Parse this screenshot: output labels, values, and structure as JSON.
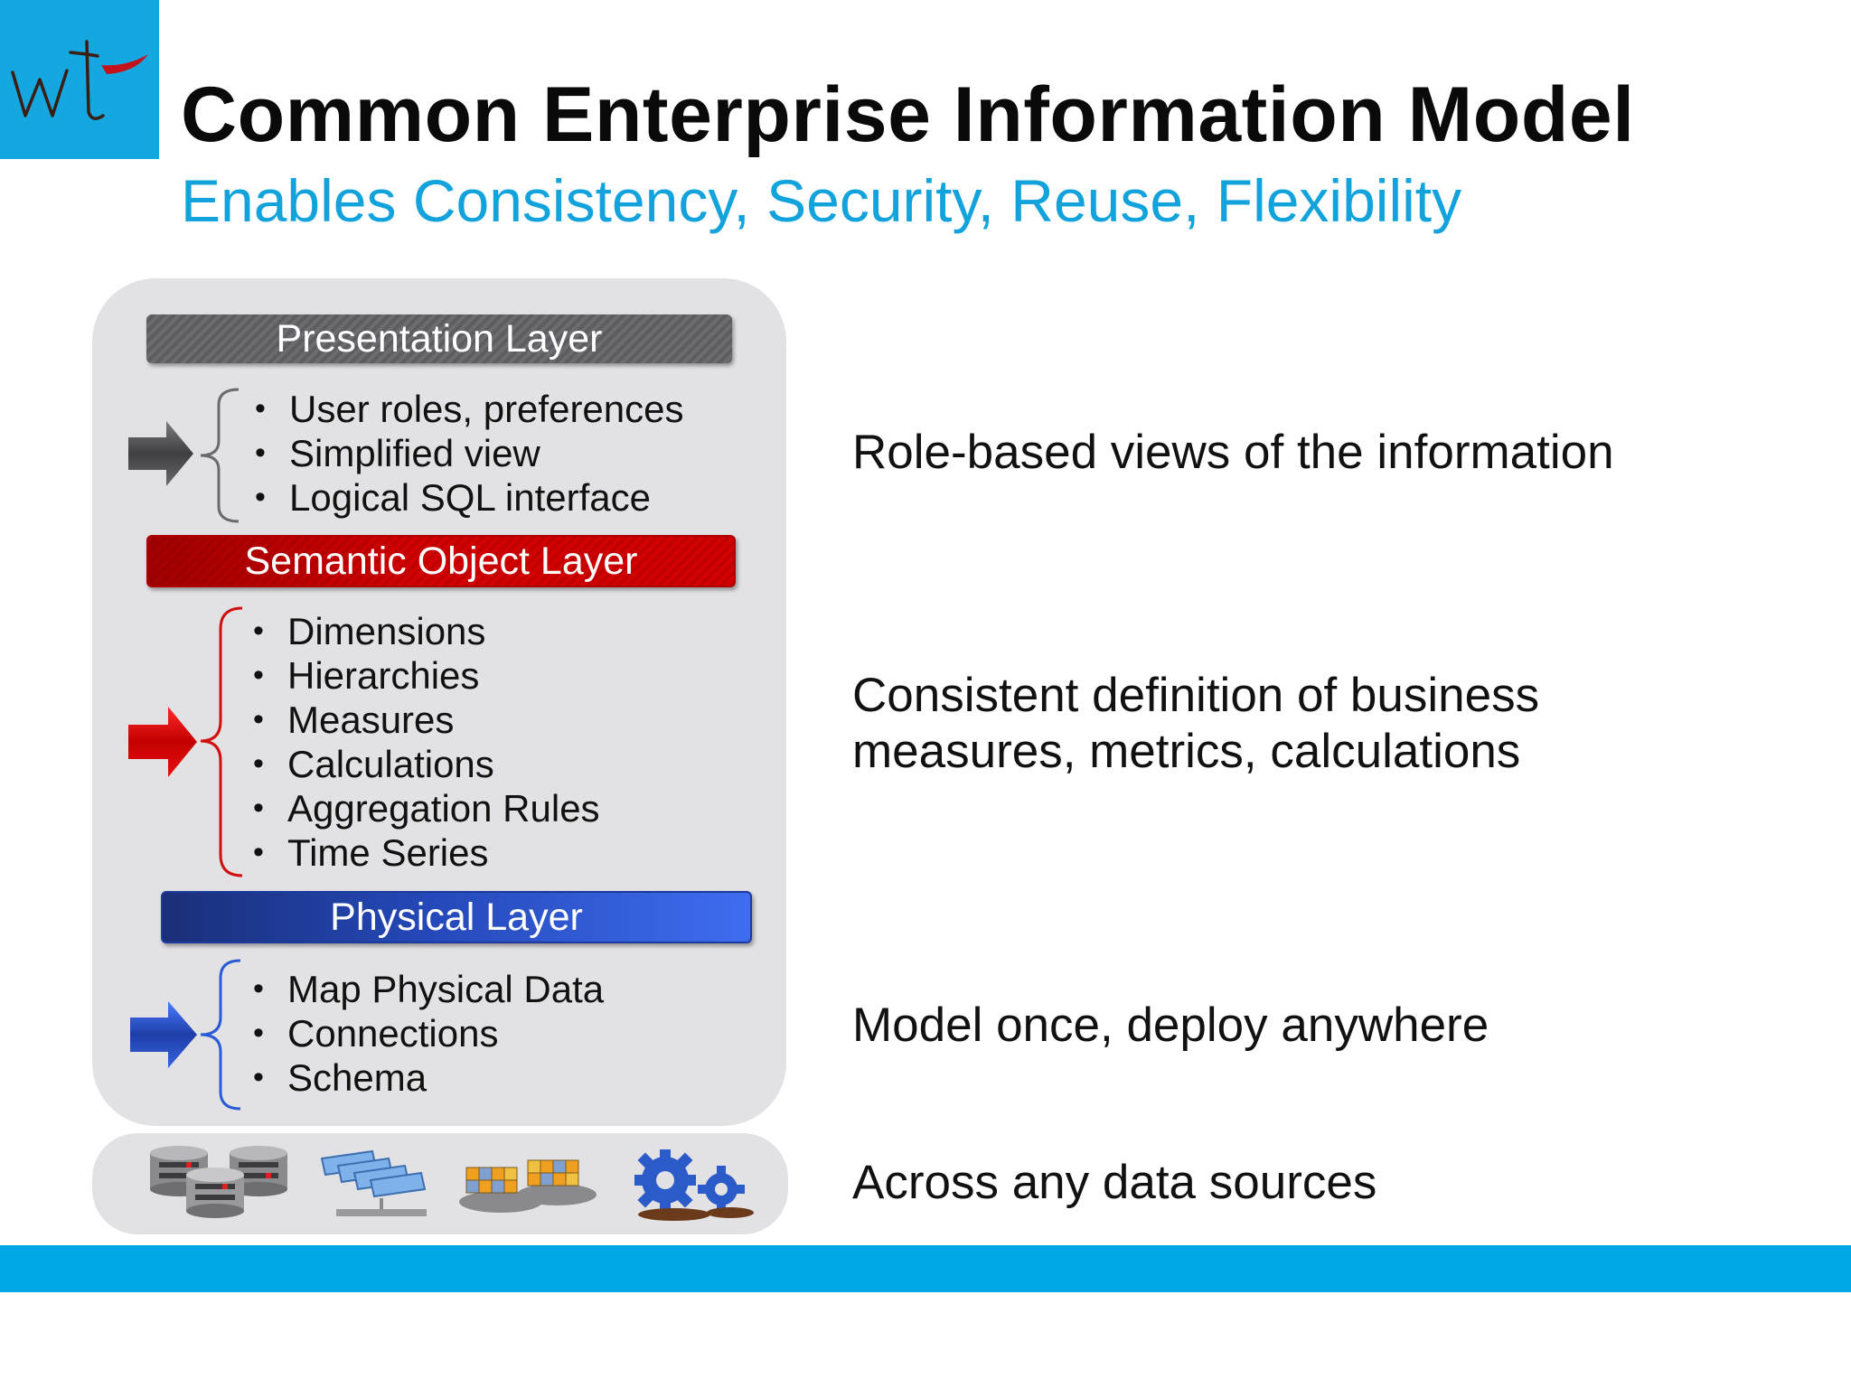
{
  "header": {
    "logo_text": "wt",
    "title": "Common Enterprise Information Model",
    "subtitle": "Enables Consistency, Security, Reuse, Flexibility"
  },
  "layers": [
    {
      "name": "Presentation Layer",
      "color": "#656569",
      "items": [
        "User roles, preferences",
        "Simplified view",
        "Logical SQL interface"
      ],
      "description": "Role-based views of the information"
    },
    {
      "name": "Semantic Object Layer",
      "color": "#d40000",
      "items": [
        "Dimensions",
        "Hierarchies",
        "Measures",
        "Calculations",
        "Aggregation Rules",
        "Time Series"
      ],
      "description_lines": [
        "Consistent definition of business",
        "measures, metrics, calculations"
      ]
    },
    {
      "name": "Physical Layer",
      "color": "#2448b8",
      "items": [
        "Map Physical Data",
        "Connections",
        "Schema"
      ],
      "description": "Model once, deploy anywhere"
    }
  ],
  "data_sources": {
    "icons": [
      "database-cluster-icon",
      "file-stack-icon",
      "olap-cube-icon",
      "gears-icon"
    ],
    "description": "Across any data sources"
  },
  "colors": {
    "accent": "#15a8e0",
    "panel": "#e2e1e4",
    "brand_red": "#c4121a"
  }
}
